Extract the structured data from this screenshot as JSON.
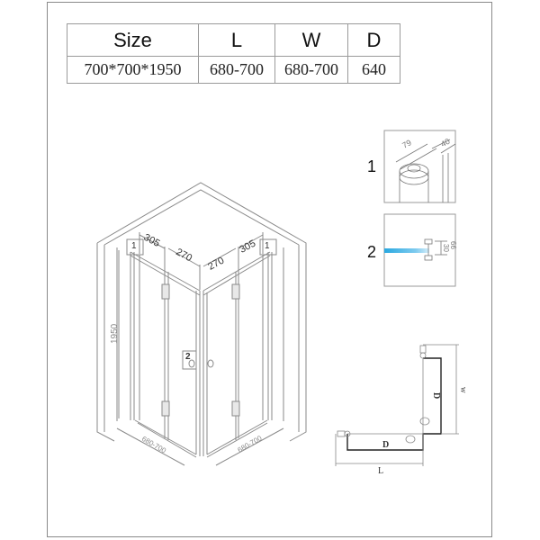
{
  "spec_table": {
    "headers": [
      "Size",
      "L",
      "W",
      "D"
    ],
    "values": [
      "700*700*1950",
      "680-700",
      "680-700",
      "640"
    ]
  },
  "main_drawing": {
    "top_dims": [
      "305",
      "270",
      "270",
      "305"
    ],
    "height_dim": "1950",
    "bottom_dims": [
      "680-700",
      "680-700"
    ],
    "callouts": [
      "1",
      "1",
      "2"
    ]
  },
  "detail_1": {
    "label": "1",
    "dims": [
      "79",
      "40"
    ]
  },
  "detail_2": {
    "label": "2",
    "dims": [
      "30",
      "66"
    ],
    "glass_color": "#29a8e0"
  },
  "plan_view": {
    "labels": [
      "L",
      "W",
      "D",
      "D"
    ]
  }
}
